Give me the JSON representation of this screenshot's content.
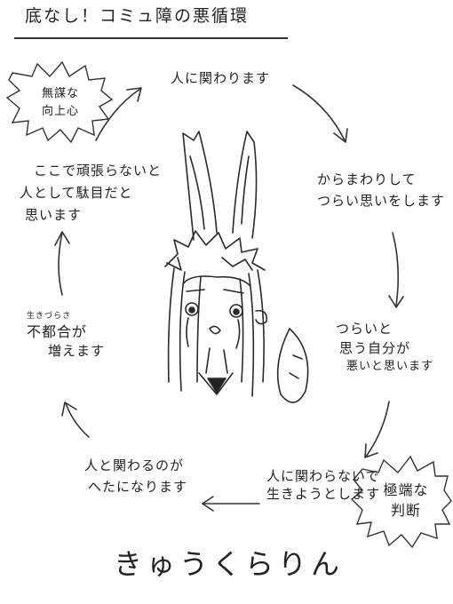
{
  "title": "底なし！コミュ障の悪循環",
  "steps": {
    "s1": "人に関わります",
    "s2_line1": "からまわりして",
    "s2_line2": "つらい思いをします",
    "s3_line1": "つらいと",
    "s3_line2": "思う自分が",
    "s3_line3": "悪いと思います",
    "s4_line1": "人に関わらないで",
    "s4_line2": "生きようとします",
    "s5_line1": "人と関わるのが",
    "s5_line2": "へたになります",
    "s6_ruby": "生きづらさ",
    "s6_line1": "不都合が",
    "s6_line2": "増えます",
    "s7_line1": "ここで頑張らないと",
    "s7_line2": "人として駄目だと",
    "s7_line3": "思います"
  },
  "bursts": {
    "b1_line1": "無謀な",
    "b1_line2": "向上心",
    "b2_line1": "極端な",
    "b2_line2": "判断"
  },
  "signature": "きゅうくらりん"
}
